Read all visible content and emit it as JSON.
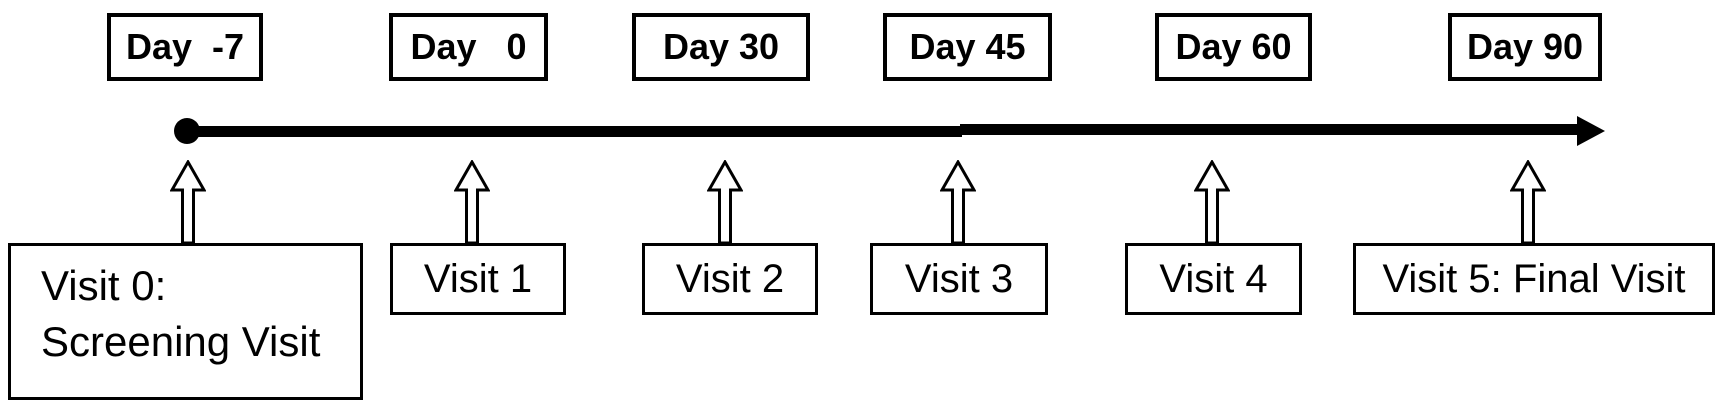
{
  "diagram": {
    "colors": {
      "foreground": "#000000",
      "background": "#ffffff"
    },
    "day_markers": [
      {
        "label": "Day  -7"
      },
      {
        "label": "Day   0"
      },
      {
        "label": "Day 30"
      },
      {
        "label": "Day 45"
      },
      {
        "label": "Day 60"
      },
      {
        "label": "Day 90"
      }
    ],
    "visits": [
      {
        "line1": "Visit 0:",
        "line2": "Screening Visit"
      },
      {
        "label": "Visit 1"
      },
      {
        "label": "Visit 2"
      },
      {
        "label": "Visit 3"
      },
      {
        "label": "Visit 4"
      },
      {
        "label": "Visit 5: Final Visit"
      }
    ]
  }
}
